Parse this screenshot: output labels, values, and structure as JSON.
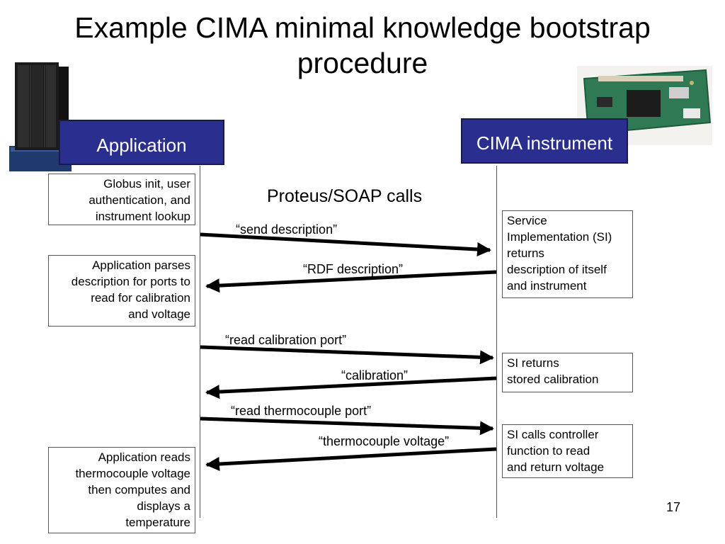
{
  "title": {
    "line1": "Example CIMA minimal knowledge bootstrap",
    "line2": "procedure"
  },
  "actors": {
    "application": "Application",
    "instrument": "CIMA instrument"
  },
  "subtitle": "Proteus/SOAP calls",
  "left_notes": [
    {
      "lines": [
        "Globus init,  user",
        "authentication, and",
        "instrument  lookup"
      ]
    },
    {
      "lines": [
        "Application parses",
        "description for ports to",
        "read for calibration",
        "and voltage"
      ]
    },
    {
      "lines": [
        "Application reads",
        "thermocouple voltage",
        "then computes and",
        "displays a",
        "temperature"
      ]
    }
  ],
  "right_notes": [
    {
      "lines": [
        "Service",
        "Implementation (SI)",
        "returns",
        "description of itself",
        "and instrument"
      ]
    },
    {
      "lines": [
        "SI returns",
        "stored calibration"
      ]
    },
    {
      "lines": [
        "SI calls controller",
        "function to read",
        "and return voltage"
      ]
    }
  ],
  "messages": [
    {
      "label": "“send description”",
      "direction": "to-instrument"
    },
    {
      "label": "“RDF description”",
      "direction": "to-application"
    },
    {
      "label": "“read calibration port”",
      "direction": "to-instrument"
    },
    {
      "label": "“calibration”",
      "direction": "to-application"
    },
    {
      "label": "“read thermocouple port”",
      "direction": "to-instrument"
    },
    {
      "label": "“thermocouple voltage”",
      "direction": "to-application"
    }
  ],
  "page_number": "17"
}
